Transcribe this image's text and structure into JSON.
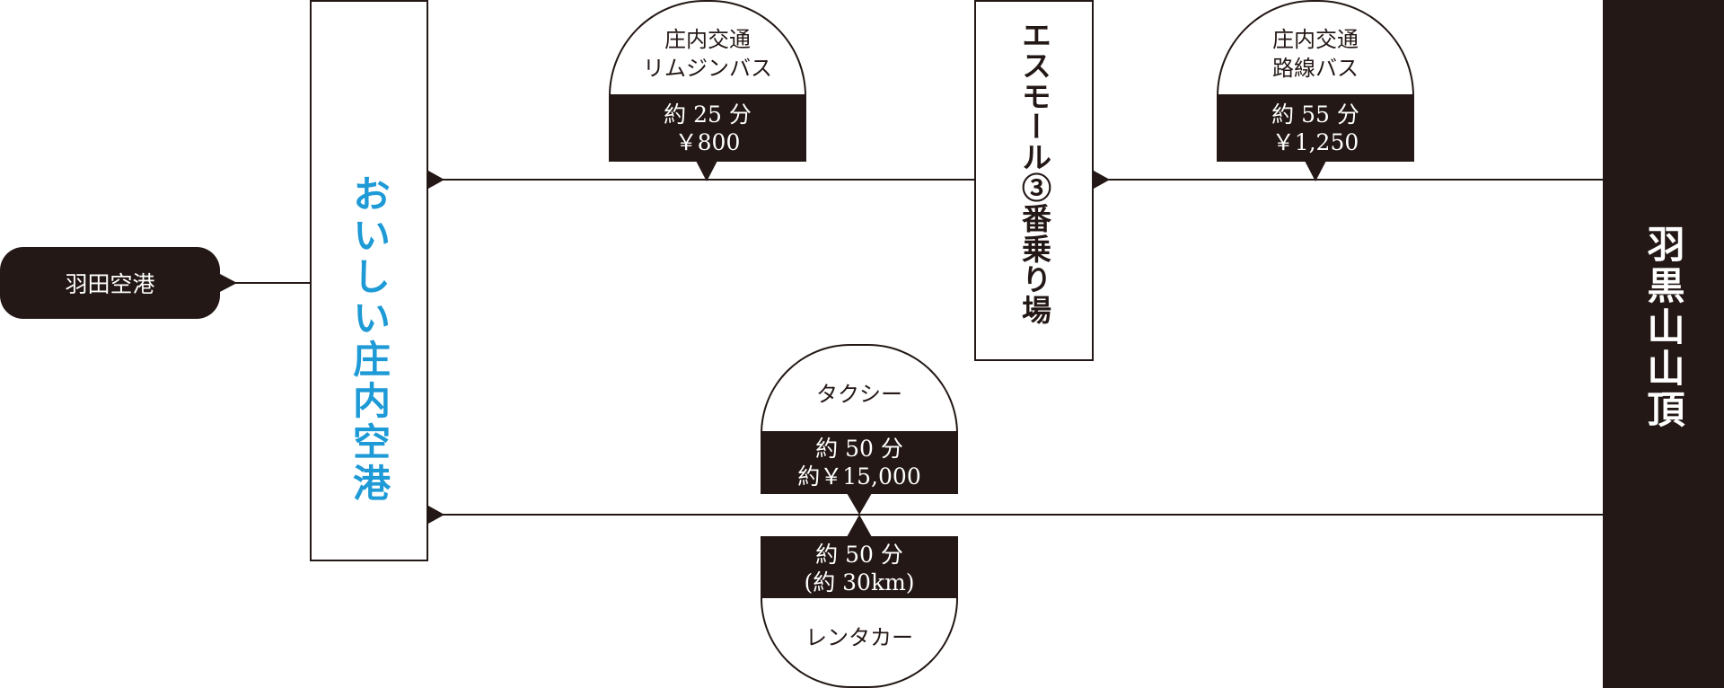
{
  "origin": {
    "label": "羽田空港"
  },
  "airport": {
    "label": "おいしい庄内空港",
    "color": "#1e9ad6"
  },
  "stop": {
    "label": "エスモール③番乗り場"
  },
  "destination": {
    "label": "羽黒山山頂"
  },
  "routes": {
    "limousine": {
      "name": "庄内交通\nリムジンバス",
      "name_line1": "庄内交通",
      "name_line2": "リムジンバス",
      "time": "約 25 分",
      "fare": "￥800"
    },
    "route_bus": {
      "name_line1": "庄内交通",
      "name_line2": "路線バス",
      "time": "約 55 分",
      "fare": "￥1,250"
    },
    "taxi": {
      "name": "タクシー",
      "time": "約 50 分",
      "fare": "約￥15,000"
    },
    "rental_car": {
      "name": "レンタカー",
      "time": "約 50 分",
      "distance": "(約 30km)"
    }
  },
  "colors": {
    "dark": "#231815",
    "accent": "#1e9ad6"
  }
}
